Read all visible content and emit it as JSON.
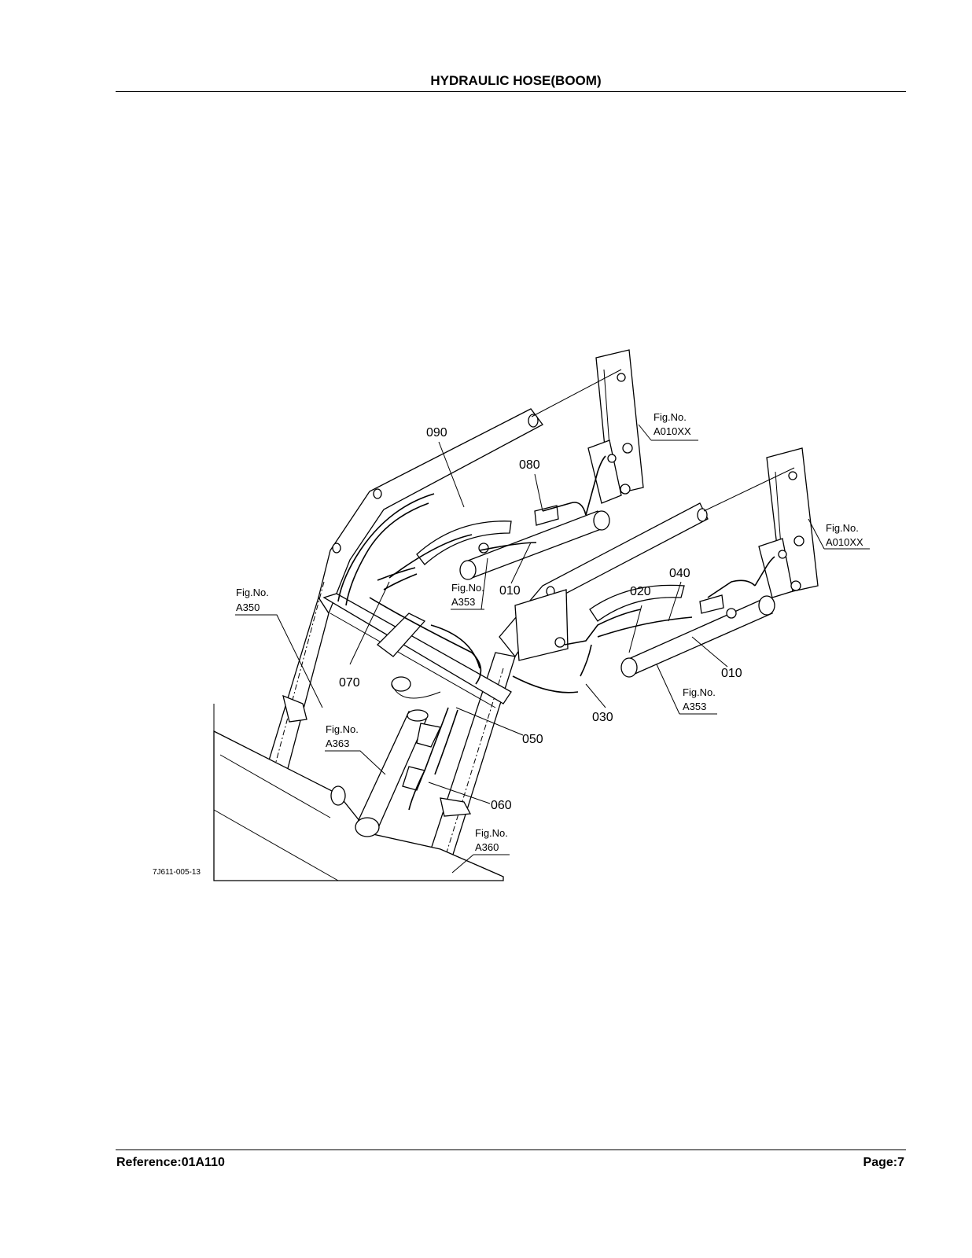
{
  "page": {
    "title": "HYDRAULIC HOSE(BOOM)",
    "reference": "Reference:01A110",
    "page_number": "Page:7"
  },
  "diagram": {
    "drawing_id": "7J611-005-13",
    "callouts": {
      "c010a": "010",
      "c010b": "010",
      "c020": "020",
      "c030": "030",
      "c040": "040",
      "c050": "050",
      "c060": "060",
      "c070": "070",
      "c080": "080",
      "c090": "090"
    },
    "figure_refs": {
      "label": "Fig.No.",
      "a010_upper": "A010XX",
      "a010_lower": "A010XX",
      "a350": "A350",
      "a353_left": "A353",
      "a353_right": "A353",
      "a363": "A363",
      "a360": "A360"
    }
  }
}
